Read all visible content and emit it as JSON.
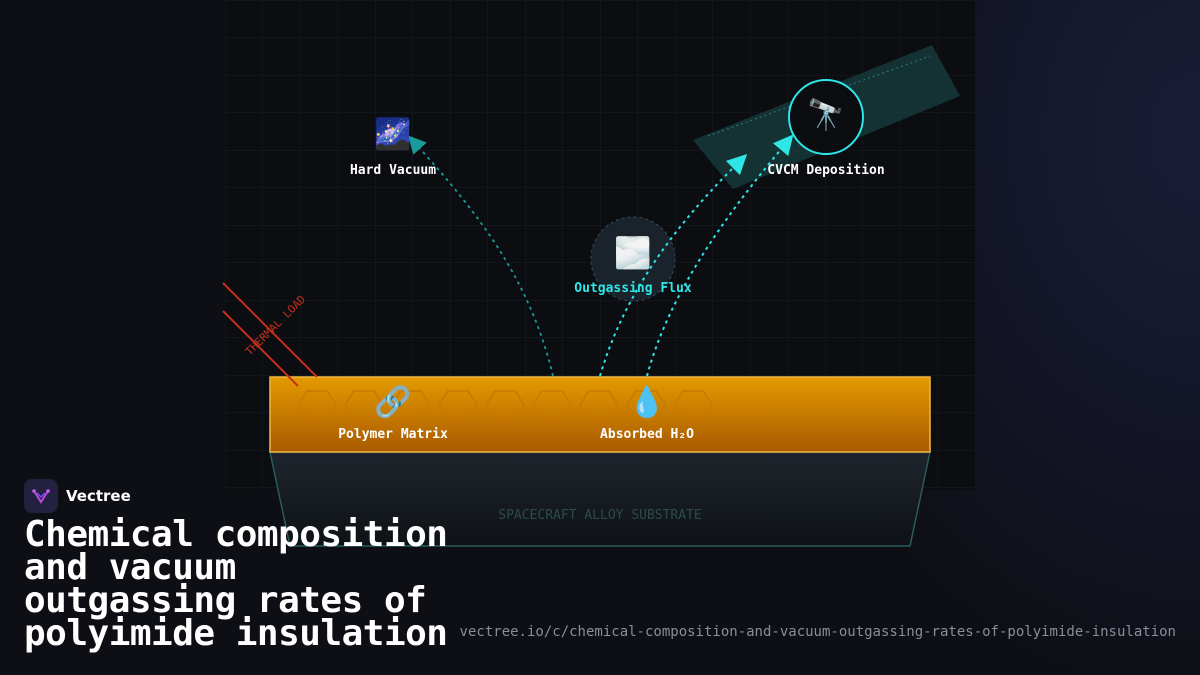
{
  "diagram": {
    "nodes": {
      "hard_vacuum": {
        "emoji": "🌌",
        "label": "Hard Vacuum"
      },
      "cvcm": {
        "emoji": "🔭",
        "label": "CVCM Deposition"
      },
      "outgassing": {
        "emoji": "🌫️",
        "label": "Outgassing Flux"
      },
      "polymer": {
        "emoji": "🔗",
        "label": "Polymer Matrix"
      },
      "water": {
        "emoji": "💧",
        "label": "Absorbed H₂O"
      }
    },
    "substrate_label": "SPACECRAFT ALLOY SUBSTRATE",
    "thermal_label": "THERMAL LOAD",
    "colors": {
      "accent": "#2ee6e6",
      "polyimide_top": "#e39a00",
      "polyimide_bottom": "#a85a00",
      "thermal": "#c4301a"
    }
  },
  "brand": {
    "name": "Vectree"
  },
  "title": "Chemical composition and vacuum outgassing rates of polyimide insulation",
  "url": "vectree.io/c/chemical-composition-and-vacuum-outgassing-rates-of-polyimide-insulation"
}
